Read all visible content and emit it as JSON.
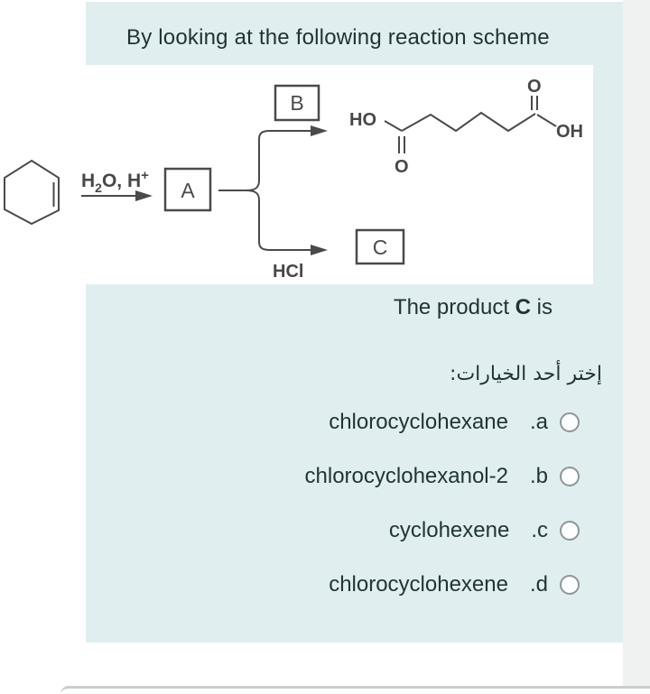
{
  "header": {
    "title": "By looking at the following reaction scheme"
  },
  "scheme": {
    "reagent": {
      "h": "H",
      "sub": "2",
      "rest": "O, H",
      "sup": "+"
    },
    "box_a": "A",
    "box_b": "B",
    "box_c": "C",
    "hcl_label": "HCl",
    "acid": {
      "ho": "HO",
      "o_bottom": "O",
      "o_top": "O",
      "oh": "OH"
    }
  },
  "question": {
    "prefix": "The product ",
    "product": "C",
    "suffix": " is"
  },
  "prompt": {
    "ar": "إختر أحد الخيارات:"
  },
  "options": [
    {
      "name": "chlorocyclohexane",
      "letter": ".a"
    },
    {
      "name": "chlorocyclohexanol-2",
      "letter": ".b"
    },
    {
      "name": "cyclohexene",
      "letter": ".c"
    },
    {
      "name": "chlorocyclohexene",
      "letter": ".d"
    }
  ],
  "colors": {
    "card_bg": "#e1eef0",
    "page_bg": "#ffffff",
    "gutter": "#f0f1f1",
    "text": "#1f3335",
    "scheme_ink": "#4a4a4a",
    "radio_border": "#8f9698",
    "divider": "#c9cecf"
  }
}
